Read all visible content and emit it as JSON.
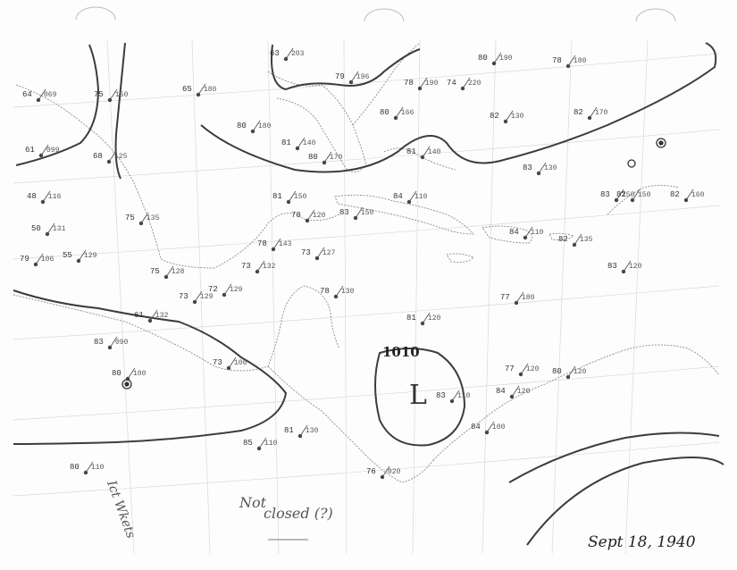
{
  "map": {
    "isobar_label": "1010",
    "low_center_symbol": "L",
    "annotations": {
      "note_line1": "Not",
      "note_line2": "closed (?)",
      "date": "Sept 18, 1940",
      "rotated_note": "Ict Wkets"
    },
    "stations": [
      {
        "id": "s1",
        "t": "64",
        "p": "069"
      },
      {
        "id": "s2",
        "t": "61",
        "p": "099"
      },
      {
        "id": "s3",
        "t": "75",
        "p": "150"
      },
      {
        "id": "s4",
        "t": "68",
        "p": "125"
      },
      {
        "id": "s5",
        "t": "48",
        "p": "116"
      },
      {
        "id": "s6",
        "t": "50",
        "p": "131"
      },
      {
        "id": "s7",
        "t": "79",
        "p": "106"
      },
      {
        "id": "s8",
        "t": "55",
        "p": "129"
      },
      {
        "id": "s9",
        "t": "61",
        "p": "132"
      },
      {
        "id": "s10",
        "t": "83",
        "p": "090"
      },
      {
        "id": "s11",
        "t": "80",
        "p": "100"
      },
      {
        "id": "s12",
        "t": "80",
        "p": "110"
      },
      {
        "id": "s13",
        "t": "73",
        "p": "106"
      },
      {
        "id": "s14",
        "t": "85",
        "p": "110"
      },
      {
        "id": "s15",
        "t": "81",
        "p": "130"
      },
      {
        "id": "s16",
        "t": "73",
        "p": "132"
      },
      {
        "id": "s17",
        "t": "73",
        "p": "127"
      },
      {
        "id": "s18",
        "t": "72",
        "p": "129"
      },
      {
        "id": "s19",
        "t": "73",
        "p": "129"
      },
      {
        "id": "s20",
        "t": "78",
        "p": "143"
      },
      {
        "id": "s21",
        "t": "75",
        "p": "135"
      },
      {
        "id": "s22",
        "t": "75",
        "p": "128"
      },
      {
        "id": "s23",
        "t": "81",
        "p": "150"
      },
      {
        "id": "s24",
        "t": "78",
        "p": "120"
      },
      {
        "id": "s25",
        "t": "80",
        "p": "170"
      },
      {
        "id": "s26",
        "t": "80",
        "p": "180"
      },
      {
        "id": "s27",
        "t": "81",
        "p": "140"
      },
      {
        "id": "s28",
        "t": "78",
        "p": "130"
      },
      {
        "id": "s29",
        "t": "81",
        "p": "120"
      },
      {
        "id": "s30",
        "t": "84",
        "p": "110"
      },
      {
        "id": "s31",
        "t": "83",
        "p": "110"
      },
      {
        "id": "s32",
        "t": "76",
        "p": "020"
      },
      {
        "id": "s33",
        "t": "84",
        "p": "120"
      },
      {
        "id": "s34",
        "t": "80",
        "p": "120"
      },
      {
        "id": "s35",
        "t": "77",
        "p": "120"
      },
      {
        "id": "s36",
        "t": "84",
        "p": "100"
      },
      {
        "id": "s37",
        "t": "83",
        "p": "120"
      },
      {
        "id": "s38",
        "t": "84",
        "p": "110"
      },
      {
        "id": "s39",
        "t": "83",
        "p": "150"
      },
      {
        "id": "s40",
        "t": "82",
        "p": "150"
      },
      {
        "id": "s41",
        "t": "83",
        "p": "130"
      },
      {
        "id": "s42",
        "t": "82",
        "p": "160"
      },
      {
        "id": "s43",
        "t": "82",
        "p": "130"
      },
      {
        "id": "s44",
        "t": "78",
        "p": "180"
      },
      {
        "id": "s45",
        "t": "80",
        "p": "190"
      },
      {
        "id": "s46",
        "t": "74",
        "p": "220"
      },
      {
        "id": "s47",
        "t": "78",
        "p": "190"
      },
      {
        "id": "s48",
        "t": "80",
        "p": "166"
      },
      {
        "id": "s49",
        "t": "79",
        "p": "196"
      },
      {
        "id": "s50",
        "t": "63",
        "p": "203"
      },
      {
        "id": "s51",
        "t": "82",
        "p": "135"
      },
      {
        "id": "s52",
        "t": "83",
        "p": "150"
      },
      {
        "id": "s53",
        "t": "82",
        "p": "170"
      },
      {
        "id": "s54",
        "t": "77",
        "p": "180"
      },
      {
        "id": "s55",
        "t": "81",
        "p": "140"
      },
      {
        "id": "s56",
        "t": "65",
        "p": "180"
      }
    ]
  }
}
